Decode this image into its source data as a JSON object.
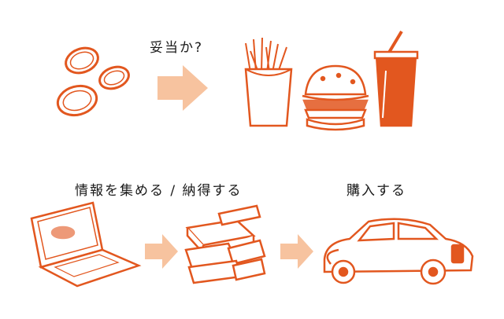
{
  "labels": {
    "question": "妥当か?",
    "research": "情報を集める / 納得する",
    "purchase": "購入する"
  },
  "colors": {
    "accent": "#e2571f",
    "arrow": "#f7c39f",
    "text": "#1a1a1a"
  },
  "icons": [
    "coins-icon",
    "fries-icon",
    "burger-icon",
    "drink-cup-icon",
    "laptop-icon",
    "money-stack-icon",
    "classic-car-icon",
    "arrow-right-icon"
  ]
}
